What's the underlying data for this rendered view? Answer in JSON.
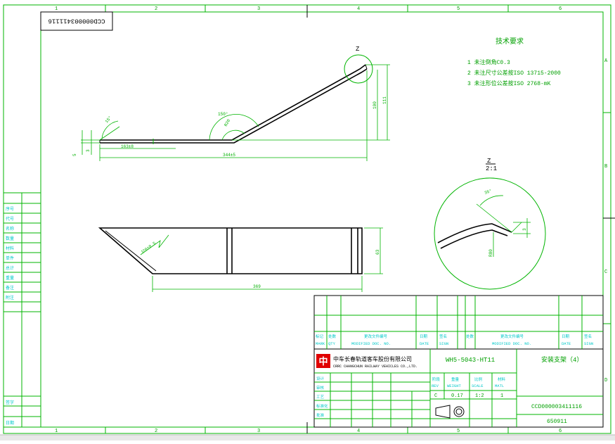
{
  "stamp": "CCD000003411116",
  "zone_numbers": [
    "1",
    "2",
    "3",
    "4",
    "5",
    "6"
  ],
  "zone_letters": [
    "A",
    "B",
    "C",
    "D"
  ],
  "detail": {
    "label": "Z",
    "scale": "2:1"
  },
  "tech_req": {
    "title": "技术要求",
    "items": [
      "1 未注倒角C0.3",
      "2 未注尺寸公差按ISO 13715-2000",
      "3 未注形位公差按ISO 2768-mK"
    ]
  },
  "dims": {
    "a15": "15°",
    "a150": "150°",
    "r20": "R20",
    "t5": "5",
    "t3": "3",
    "l163": "163±8",
    "l344": "344±5",
    "h100": "100",
    "h111": "111",
    "a35": "35°",
    "d3": "3",
    "r80": "R80",
    "w20": "Ⅰ20±0.5",
    "w63": "63",
    "l369": "369"
  },
  "title_block": {
    "rev_headers": [
      "标记",
      "处数",
      "更改文件编号",
      "日期",
      "签名"
    ],
    "rev_headers_en": [
      "MARK",
      "QTY",
      "MODIFIED DOC. NO.",
      "DATE",
      "SIGN"
    ],
    "company_cn": "中车长春轨道客车股份有限公司",
    "company_en": "CRRC CHANGCHUN RAILWAY VEHICLES CO.,LTD.",
    "drawing_no": "WH5-5043-HT11",
    "part_name": "安装支架（4）",
    "doc_code": "CCD000003411116",
    "sheet_info": "650911",
    "rev_value": "C",
    "scale_value": "1:2",
    "sheet_value": "1",
    "weight_value": "0.17",
    "sign_labels": [
      "设计",
      "审核",
      "工艺",
      "标准化",
      "批准"
    ],
    "cell_labels": [
      "阶段",
      "重量",
      "比例",
      "材料"
    ],
    "cell_labels_en": [
      "REV",
      "WEIGHT",
      "SCALE",
      "MATL"
    ]
  },
  "left_strip": [
    "序号",
    "代号",
    "名称",
    "数量",
    "材料",
    "单件",
    "总计",
    "重量",
    "备注",
    "附注",
    "签字",
    "日期"
  ]
}
